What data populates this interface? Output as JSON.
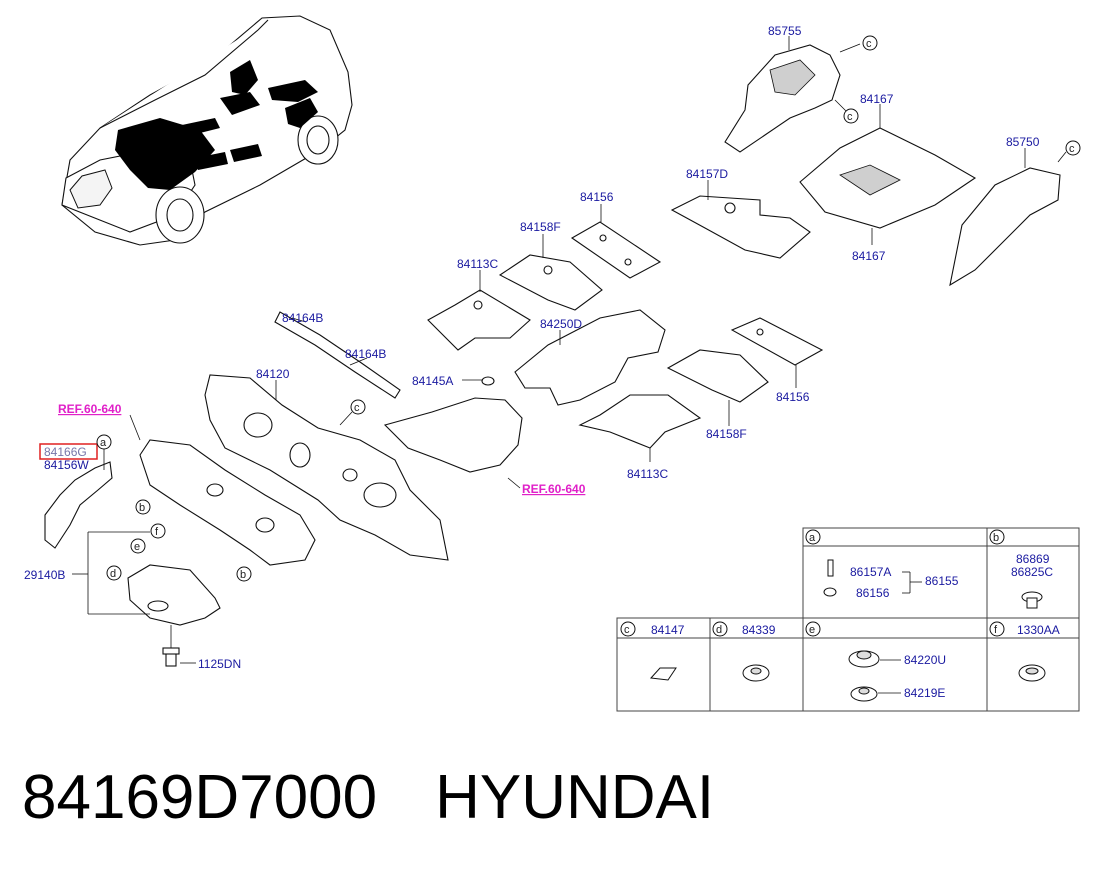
{
  "labels": {
    "p85755": "85755",
    "p84167_top": "84167",
    "p84167_bot": "84167",
    "p85750": "85750",
    "p84157D": "84157D",
    "p84156_top": "84156",
    "p84158F_top": "84158F",
    "p84113C_top": "84113C",
    "p84164B_a": "84164B",
    "p84164B_b": "84164B",
    "p84250D": "84250D",
    "p84145A": "84145A",
    "p84120": "84120",
    "p84156_right": "84156",
    "p84158F_bot": "84158F",
    "p84113C_bot": "84113C",
    "ref_left": "REF.60-640",
    "ref_right": "REF.60-640",
    "p84166G": "84166G",
    "p84156W": "84156W",
    "p29140B": "29140B",
    "p1125DN": "1125DN"
  },
  "callouts": [
    "a",
    "b",
    "c",
    "d",
    "e",
    "f"
  ],
  "table": {
    "a": {
      "letter": "a",
      "part1": "86157A",
      "part2": "86156",
      "group": "86155"
    },
    "b": {
      "letter": "b",
      "part1": "86869",
      "part2": "86825C"
    },
    "c": {
      "letter": "c",
      "part": "84147"
    },
    "d": {
      "letter": "d",
      "part": "84339"
    },
    "e": {
      "letter": "e",
      "part1": "84220U",
      "part2": "84219E"
    },
    "f": {
      "letter": "f",
      "part": "1330AA"
    }
  },
  "footer": {
    "part_number": "84169D7000",
    "brand": "HYUNDAI"
  },
  "colors": {
    "label": "#1a1aa0",
    "reference": "#e020c8",
    "highlight_box": "#e02020"
  }
}
